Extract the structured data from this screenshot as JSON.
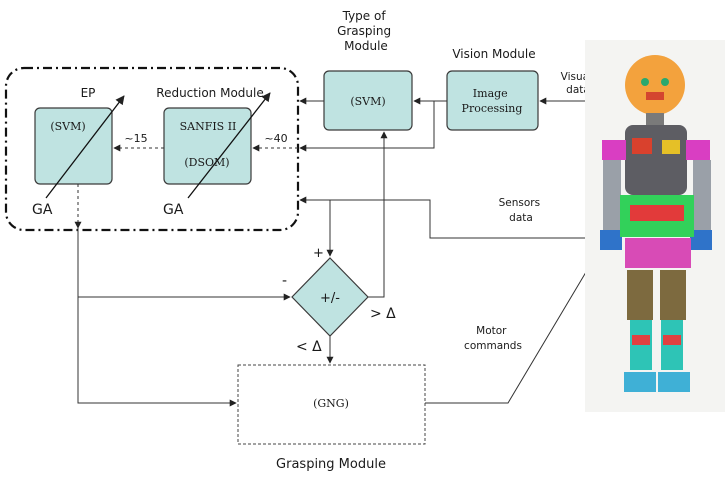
{
  "labels": {
    "type_of_grasping_line1": "Type of",
    "type_of_grasping_line2": "Grasping",
    "type_of_grasping_line3": "Module",
    "vision_module": "Vision Module",
    "visual_data_line1": "Visual",
    "visual_data_line2": "data",
    "ep": "EP",
    "reduction_module": "Reduction Module",
    "svm_ep": "(SVM)",
    "sanfis": "SANFIS II",
    "dsom": "(DSOM)",
    "approx_15": "~15",
    "approx_40": "~40",
    "ga_left": "GA",
    "ga_right": "GA",
    "svm_type": "(SVM)",
    "image_processing_line1": "Image",
    "image_processing_line2": "Processing",
    "sensors_line1": "Sensors",
    "sensors_line2": "data",
    "plus": "+",
    "minus": "-",
    "plus_minus": "+/-",
    "greater_delta": "> Δ",
    "less_delta": "< Δ",
    "motor_line1": "Motor",
    "motor_line2": "commands",
    "gng": "(GNG)",
    "grasping_module": "Grasping Module"
  },
  "colors": {
    "box_fill": "#bfe3e1",
    "robot_head": "#f29a2e"
  }
}
